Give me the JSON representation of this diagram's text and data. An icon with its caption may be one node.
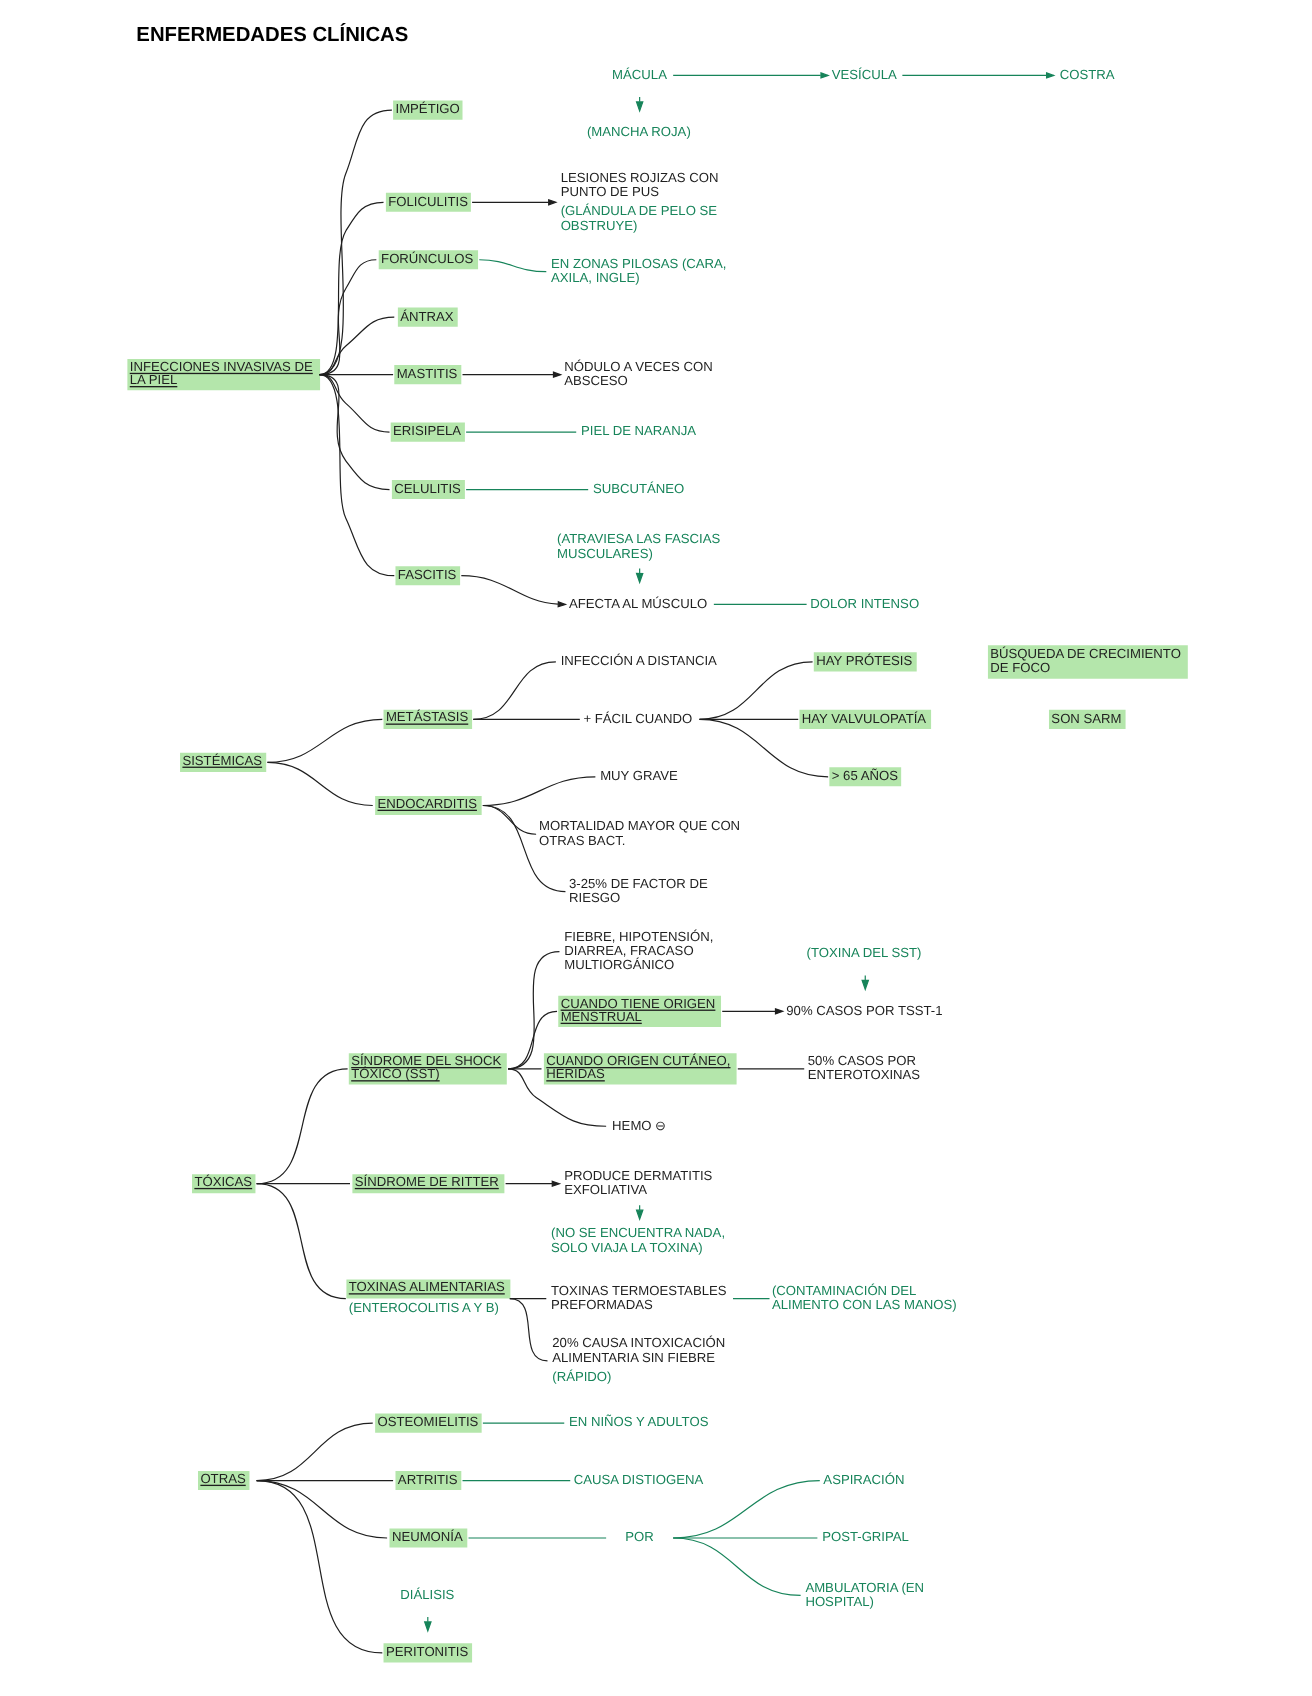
{
  "diagram": {
    "title": "ENFERMEDADES CLÍNICAS",
    "nodes": [
      {
        "text": [
          "INFECCIONES INVASIVAS DE LA PIEL"
        ]
      },
      {
        "text": [
          "IMPÉTIGO"
        ]
      },
      {
        "text": [
          "(MANCHA ROJA)"
        ]
      },
      {
        "text": [
          "MÁCULA"
        ]
      },
      {
        "text": [
          "VESÍCULA"
        ]
      },
      {
        "text": [
          "COSTRA"
        ]
      },
      {
        "text": [
          "FOLICULITIS"
        ]
      },
      {
        "text": [
          "LESIONES ROJIZAS CON PUNTO DE PUS"
        ],
        "beside": [
          "(GLÁNDULA DE PELO SE OBSTRUYE)"
        ]
      },
      {
        "text": [
          "FORÚNCULOS"
        ]
      },
      {
        "text": [
          "EN ZONAS PILOSAS (CARA, AXILA, INGLE)"
        ]
      },
      {
        "text": [
          "ÁNTRAX"
        ]
      },
      {
        "text": [
          "MASTITIS"
        ]
      },
      {
        "text": [
          "NÓDULO A VECES CON ABSCESO"
        ]
      },
      {
        "text": [
          "ERISIPELA"
        ]
      },
      {
        "text": [
          "PIEL DE NARANJA"
        ]
      },
      {
        "text": [
          "CELULITIS"
        ]
      },
      {
        "text": [
          "SUBCUTÁNEO"
        ]
      },
      {
        "text": [
          "FASCITIS"
        ]
      },
      {
        "text": [
          "AFECTA AL MÚSCULO"
        ]
      },
      {
        "text": [
          "DOLOR INTENSO"
        ]
      },
      {
        "text": [
          "(ATRAVIESA LAS FASCIAS MUSCULARES)"
        ]
      },
      {
        "text": [
          "SISTÉMICAS"
        ]
      },
      {
        "text": [
          "METÁSTASIS"
        ]
      },
      {
        "text": [
          "INFECCIÓN A DISTANCIA"
        ]
      },
      {
        "text": [
          "+ FÁCIL CUANDO"
        ]
      },
      {
        "text": [
          "HAY PRÓTESIS"
        ]
      },
      {
        "text": [
          "HAY VALVULOPATÍA"
        ]
      },
      {
        "text": [
          "> 65 AÑOS"
        ]
      },
      {
        "text": [
          "BÚSQUEDA DE CRECIMIENTO DE FOCO"
        ]
      },
      {
        "text": [
          "SON SARM"
        ]
      },
      {
        "text": [
          "ENDOCARDITIS"
        ]
      },
      {
        "text": [
          "MUY GRAVE"
        ]
      },
      {
        "text": [
          "MORTALIDAD MAYOR QUE CON OTRAS BACT."
        ]
      },
      {
        "text": [
          "3-25% DE FACTOR DE RIESGO"
        ]
      },
      {
        "text": [
          "TÓXICAS"
        ]
      },
      {
        "text": [
          "SÍNDROME DEL SHOCK TÓXICO (SST)"
        ]
      },
      {
        "text": [
          "FIEBRE, HIPOTENSIÓN, DIARREA, FRACASO MULTIORGÁNICO"
        ]
      },
      {
        "text": [
          "CUANDO TIENE ORIGEN MENSTRUAL"
        ]
      },
      {
        "text": [
          "90% CASOS POR TSST-1"
        ]
      },
      {
        "text": [
          "(TOXINA DEL SST)"
        ]
      },
      {
        "text": [
          "CUANDO ORIGEN CUTÁNEO, HERIDAS"
        ]
      },
      {
        "text": [
          "50% CASOS POR ENTEROTOXINAS"
        ]
      },
      {
        "text": [
          "HEMO ⊖"
        ]
      },
      {
        "text": [
          "SÍNDROME DE RITTER"
        ]
      },
      {
        "text": [
          "PRODUCE DERMATITIS EXFOLIATIVA"
        ]
      },
      {
        "text": [
          "(NO SE ENCUENTRA NADA, SOLO VIAJA LA TOXINA)"
        ]
      },
      {
        "text": [
          "TOXINAS ALIMENTARIAS"
        ],
        "beside": [
          "(ENTEROCOLITIS A Y B)"
        ]
      },
      {
        "text": [
          "TOXINAS TERMOESTABLES PREFORMADAS"
        ]
      },
      {
        "text": [
          "(CONTAMINACIÓN DEL ALIMENTO CON LAS MANOS)"
        ]
      },
      {
        "text": [
          "20% CAUSA INTOXICACIÓN ALIMENTARIA SIN FIEBRE"
        ],
        "beside": [
          "(RÁPIDO)"
        ]
      },
      {
        "text": [
          "OTRAS"
        ]
      },
      {
        "text": [
          "OSTEOMIELITIS"
        ]
      },
      {
        "text": [
          "EN NIÑOS Y ADULTOS"
        ]
      },
      {
        "text": [
          "ARTRITIS"
        ]
      },
      {
        "text": [
          "CAUSA DISTIOGENA"
        ]
      },
      {
        "text": [
          "NEUMONÍA"
        ]
      },
      {
        "text": [
          "POR"
        ]
      },
      {
        "text": [
          "ASPIRACIÓN"
        ]
      },
      {
        "text": [
          "POST-GRIPAL"
        ]
      },
      {
        "text": [
          "AMBULATORIA (EN HOSPITAL)"
        ]
      },
      {
        "text": [
          "PERITONITIS"
        ]
      },
      {
        "text": [
          "DIÁLISIS"
        ]
      }
    ],
    "edges": [
      {
        "from": 0,
        "to": 1,
        "arrow": "none"
      },
      {
        "from": 0,
        "to": 6,
        "arrow": "none"
      },
      {
        "from": 0,
        "to": 8,
        "arrow": "none"
      },
      {
        "from": 0,
        "to": 10,
        "arrow": "none"
      },
      {
        "from": 0,
        "to": 11,
        "arrow": "none"
      },
      {
        "from": 0,
        "to": 13,
        "arrow": "none"
      },
      {
        "from": 0,
        "to": 15,
        "arrow": "none"
      },
      {
        "from": 0,
        "to": 17,
        "arrow": "none"
      },
      {
        "from": 3,
        "to": 2,
        "arrow": "to",
        "color": "#17845a"
      },
      {
        "from": 3,
        "to": 4,
        "arrow": "to",
        "color": "#17845a"
      },
      {
        "from": 4,
        "to": 5,
        "arrow": "to",
        "color": "#17845a"
      },
      {
        "from": 6,
        "to": 7,
        "arrow": "to"
      },
      {
        "from": 8,
        "to": 9,
        "arrow": "none",
        "color": "#17845a"
      },
      {
        "from": 11,
        "to": 12,
        "arrow": "to"
      },
      {
        "from": 13,
        "to": 14,
        "arrow": "none",
        "color": "#17845a"
      },
      {
        "from": 15,
        "to": 16,
        "arrow": "none",
        "color": "#17845a"
      },
      {
        "from": 17,
        "to": 18,
        "arrow": "to"
      },
      {
        "from": 18,
        "to": 19,
        "arrow": "none",
        "color": "#17845a"
      },
      {
        "from": 20,
        "to": 18,
        "arrow": "to",
        "color": "#17845a"
      },
      {
        "from": 21,
        "to": 22,
        "arrow": "none"
      },
      {
        "from": 21,
        "to": 30,
        "arrow": "none"
      },
      {
        "from": 22,
        "to": 23,
        "arrow": "none"
      },
      {
        "from": 22,
        "to": 24,
        "arrow": "none"
      },
      {
        "from": 24,
        "to": 25,
        "arrow": "none"
      },
      {
        "from": 24,
        "to": 26,
        "arrow": "none"
      },
      {
        "from": 24,
        "to": 27,
        "arrow": "none"
      },
      {
        "from": 30,
        "to": 31,
        "arrow": "none"
      },
      {
        "from": 30,
        "to": 32,
        "arrow": "none"
      },
      {
        "from": 30,
        "to": 33,
        "arrow": "none"
      },
      {
        "from": 34,
        "to": 35,
        "arrow": "none"
      },
      {
        "from": 34,
        "to": 43,
        "arrow": "none"
      },
      {
        "from": 34,
        "to": 46,
        "arrow": "none"
      },
      {
        "from": 35,
        "to": 36,
        "arrow": "none"
      },
      {
        "from": 35,
        "to": 37,
        "arrow": "none"
      },
      {
        "from": 35,
        "to": 40,
        "arrow": "none"
      },
      {
        "from": 35,
        "to": 42,
        "arrow": "none"
      },
      {
        "from": 37,
        "to": 38,
        "arrow": "to"
      },
      {
        "from": 39,
        "to": 38,
        "arrow": "to",
        "color": "#17845a"
      },
      {
        "from": 40,
        "to": 41,
        "arrow": "none"
      },
      {
        "from": 43,
        "to": 44,
        "arrow": "to"
      },
      {
        "from": 44,
        "to": 45,
        "arrow": "to",
        "color": "#17845a"
      },
      {
        "from": 46,
        "to": 47,
        "arrow": "none"
      },
      {
        "from": 46,
        "to": 49,
        "arrow": "none"
      },
      {
        "from": 47,
        "to": 48,
        "arrow": "none",
        "color": "#17845a"
      },
      {
        "from": 50,
        "to": 51,
        "arrow": "none"
      },
      {
        "from": 50,
        "to": 53,
        "arrow": "none"
      },
      {
        "from": 50,
        "to": 55,
        "arrow": "none"
      },
      {
        "from": 50,
        "to": 60,
        "arrow": "none"
      },
      {
        "from": 51,
        "to": 52,
        "arrow": "none",
        "color": "#17845a"
      },
      {
        "from": 53,
        "to": 54,
        "arrow": "none",
        "color": "#17845a"
      },
      {
        "from": 55,
        "to": 56,
        "arrow": "none",
        "color": "#17845a"
      },
      {
        "from": 56,
        "to": 57,
        "arrow": "none",
        "color": "#17845a"
      },
      {
        "from": 56,
        "to": 58,
        "arrow": "none",
        "color": "#17845a"
      },
      {
        "from": 56,
        "to": 59,
        "arrow": "none",
        "color": "#17845a"
      },
      {
        "from": 61,
        "to": 60,
        "arrow": "to",
        "color": "#17845a"
      }
    ]
  }
}
